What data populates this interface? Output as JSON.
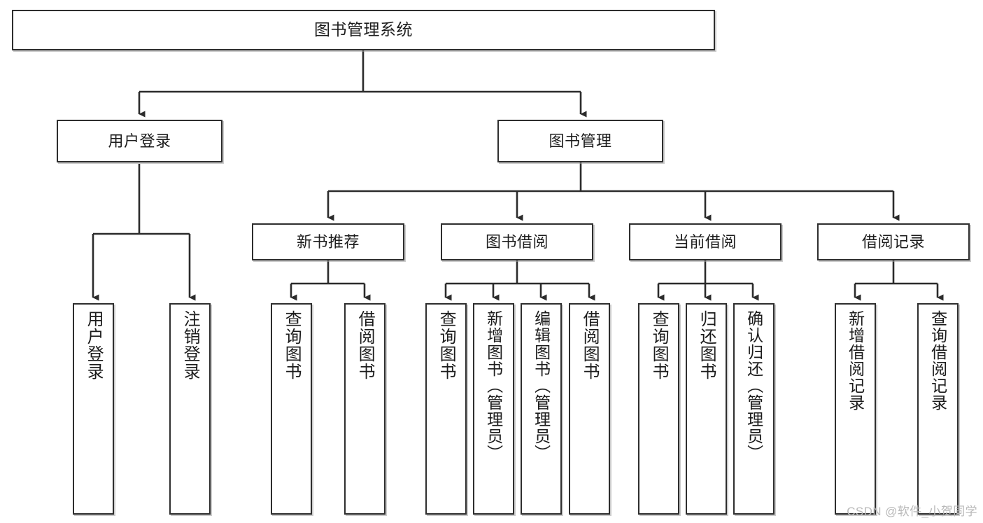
{
  "diagram": {
    "title": "图书管理系统",
    "type": "tree-hierarchy",
    "root": {
      "id": "root",
      "label": "图书管理系统"
    },
    "level1": [
      {
        "id": "user-login",
        "label": "用户登录"
      },
      {
        "id": "book-manage",
        "label": "图书管理"
      }
    ],
    "level2": [
      {
        "id": "new-book-rec",
        "label": "新书推荐",
        "parent": "book-manage"
      },
      {
        "id": "book-borrow",
        "label": "图书借阅",
        "parent": "book-manage"
      },
      {
        "id": "current-borrow",
        "label": "当前借阅",
        "parent": "book-manage"
      },
      {
        "id": "borrow-record",
        "label": "借阅记录",
        "parent": "book-manage"
      }
    ],
    "leaves": [
      {
        "id": "leaf-user-login",
        "label": "用户登录",
        "parent": "user-login"
      },
      {
        "id": "leaf-user-logout",
        "label": "注销登录",
        "parent": "user-login"
      },
      {
        "id": "leaf-query-book-1",
        "label": "查询图书",
        "parent": "new-book-rec"
      },
      {
        "id": "leaf-borrow-book-1",
        "label": "借阅图书",
        "parent": "new-book-rec"
      },
      {
        "id": "leaf-query-book-2",
        "label": "查询图书",
        "parent": "book-borrow"
      },
      {
        "id": "leaf-add-book",
        "label": "新增图书（管理员）",
        "parent": "book-borrow"
      },
      {
        "id": "leaf-edit-book",
        "label": "编辑图书（管理员）",
        "parent": "book-borrow"
      },
      {
        "id": "leaf-borrow-book-2",
        "label": "借阅图书",
        "parent": "book-borrow"
      },
      {
        "id": "leaf-query-book-3",
        "label": "查询图书",
        "parent": "current-borrow"
      },
      {
        "id": "leaf-return-book",
        "label": "归还图书",
        "parent": "current-borrow"
      },
      {
        "id": "leaf-confirm-return",
        "label": "确认归还（管理员）",
        "parent": "current-borrow"
      },
      {
        "id": "leaf-add-record",
        "label": "新增借阅记录",
        "parent": "borrow-record"
      },
      {
        "id": "leaf-query-record",
        "label": "查询借阅记录",
        "parent": "borrow-record"
      }
    ],
    "colors": {
      "box_border": "#2e2e2e",
      "box_fill": "#ffffff",
      "edge": "#2b2b2b",
      "text": "#1c1c1c",
      "watermark": "#b9b9b9",
      "background": "#ffffff"
    },
    "watermark": "CSDN @软件_小贺同学"
  }
}
